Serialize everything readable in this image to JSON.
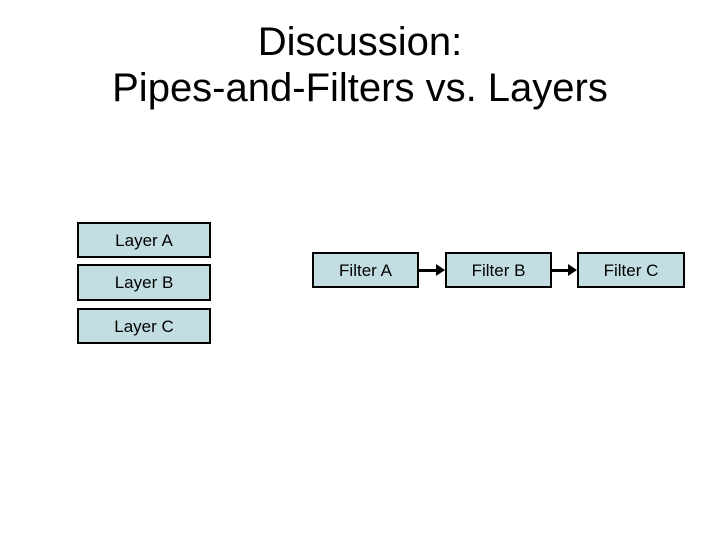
{
  "slide": {
    "title_line1": "Discussion:",
    "title_line2": "Pipes-and-Filters vs. Layers"
  },
  "diagram": {
    "layers": [
      {
        "label": "Layer A"
      },
      {
        "label": "Layer B"
      },
      {
        "label": "Layer C"
      }
    ],
    "filters": [
      {
        "label": "Filter A"
      },
      {
        "label": "Filter B"
      },
      {
        "label": "Filter C"
      }
    ],
    "connections": [
      {
        "from": "Filter A",
        "to": "Filter B"
      },
      {
        "from": "Filter B",
        "to": "Filter C"
      }
    ],
    "colors": {
      "background": "#ffffff",
      "box_fill": "#c3dee2",
      "box_border": "#000000",
      "arrow": "#000000",
      "title_text": "#000000"
    }
  }
}
